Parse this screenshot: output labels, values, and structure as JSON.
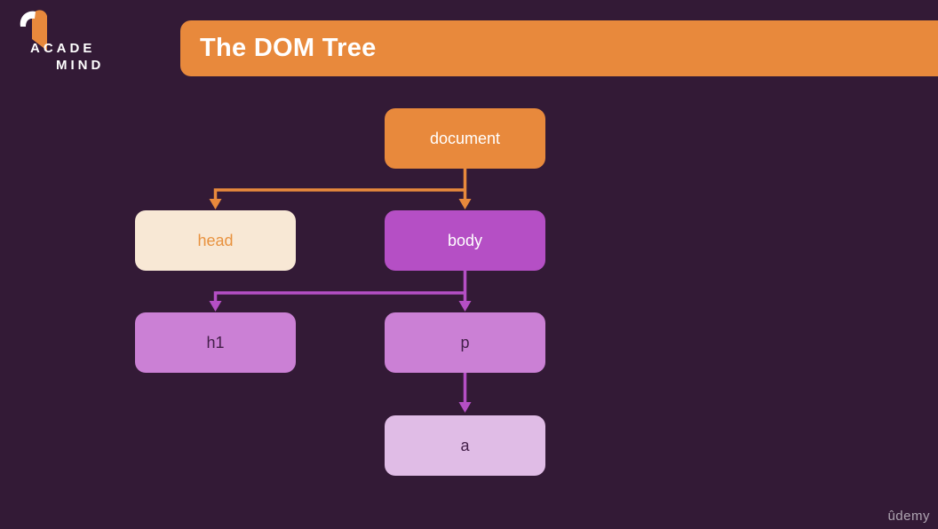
{
  "page": {
    "background": "#331A36"
  },
  "brand": {
    "line1": "ACADE",
    "line2": "MIND",
    "ribbon_color": "#E8893C",
    "curl_color": "#FFFFFF"
  },
  "header": {
    "title": "The DOM Tree",
    "background": "#E8893C",
    "text_color": "#FFFFFF"
  },
  "tree": {
    "nodes": [
      {
        "id": "document",
        "label": "document",
        "bg": "#E8893C",
        "fg": "#FFFFFF"
      },
      {
        "id": "head",
        "label": "head",
        "bg": "#F8E8D5",
        "fg": "#E8923F"
      },
      {
        "id": "body",
        "label": "body",
        "bg": "#B54FC5",
        "fg": "#FFFFFF"
      },
      {
        "id": "h1",
        "label": "h1",
        "bg": "#CB80D5",
        "fg": "#44204A"
      },
      {
        "id": "p",
        "label": "p",
        "bg": "#CB80D5",
        "fg": "#44204A"
      },
      {
        "id": "a",
        "label": "a",
        "bg": "#E0BCE6",
        "fg": "#44204A"
      }
    ],
    "edges": [
      {
        "from": "document",
        "to": "head",
        "color": "#E8893C"
      },
      {
        "from": "document",
        "to": "body",
        "color": "#E8893C"
      },
      {
        "from": "body",
        "to": "h1",
        "color": "#B54FC5"
      },
      {
        "from": "body",
        "to": "p",
        "color": "#B54FC5"
      },
      {
        "from": "p",
        "to": "a",
        "color": "#B54FC5"
      }
    ]
  },
  "watermark": {
    "label": "ûdemy"
  }
}
